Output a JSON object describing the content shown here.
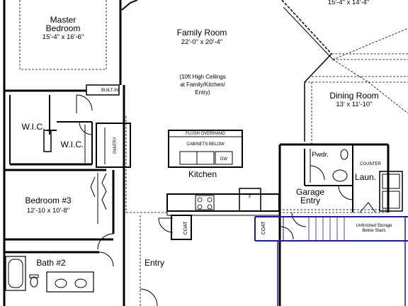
{
  "rooms": {
    "master_name_1": "Master",
    "master_name_2": "Bedroom",
    "master_dim": "15'-4\" x 16'-6\"",
    "top_right_dim": "15'-4\" x 14'-4\"",
    "family_name": "Family Room",
    "family_dim": "22'-0\" x 20'-4\"",
    "ceiling_note_1": "(10ft High Ceilings",
    "ceiling_note_2": "at Family/Kitchen/",
    "ceiling_note_3": "Entry)",
    "dining_name": "Dining Room",
    "dining_dim": "13' x 11'-10\"",
    "wic_left": "W.I.C.",
    "wic_right": "W.I.C.",
    "builtin": "BUILT-IN",
    "pantry": "PANTRY",
    "flush_overhang": "FLUSH OVERHANG",
    "cabinets_below": "CABINETS BELOW",
    "dw": "DW",
    "kitchen": "Kitchen",
    "pwdr": "Pwdr.",
    "counter": "COUNTER",
    "laun": "Laun.",
    "garage_1": "Garage",
    "garage_2": "Entry",
    "bedroom3_name": "Bedroom #3",
    "bedroom3_dim": "12'-10 x 10'-8\"",
    "coat_left": "COAT",
    "coat_right": "COAT",
    "fridge": "F",
    "storage_1": "Unfinished Storage",
    "storage_2": "Below Stairs",
    "entry": "Entry",
    "bath2": "Bath #2"
  }
}
